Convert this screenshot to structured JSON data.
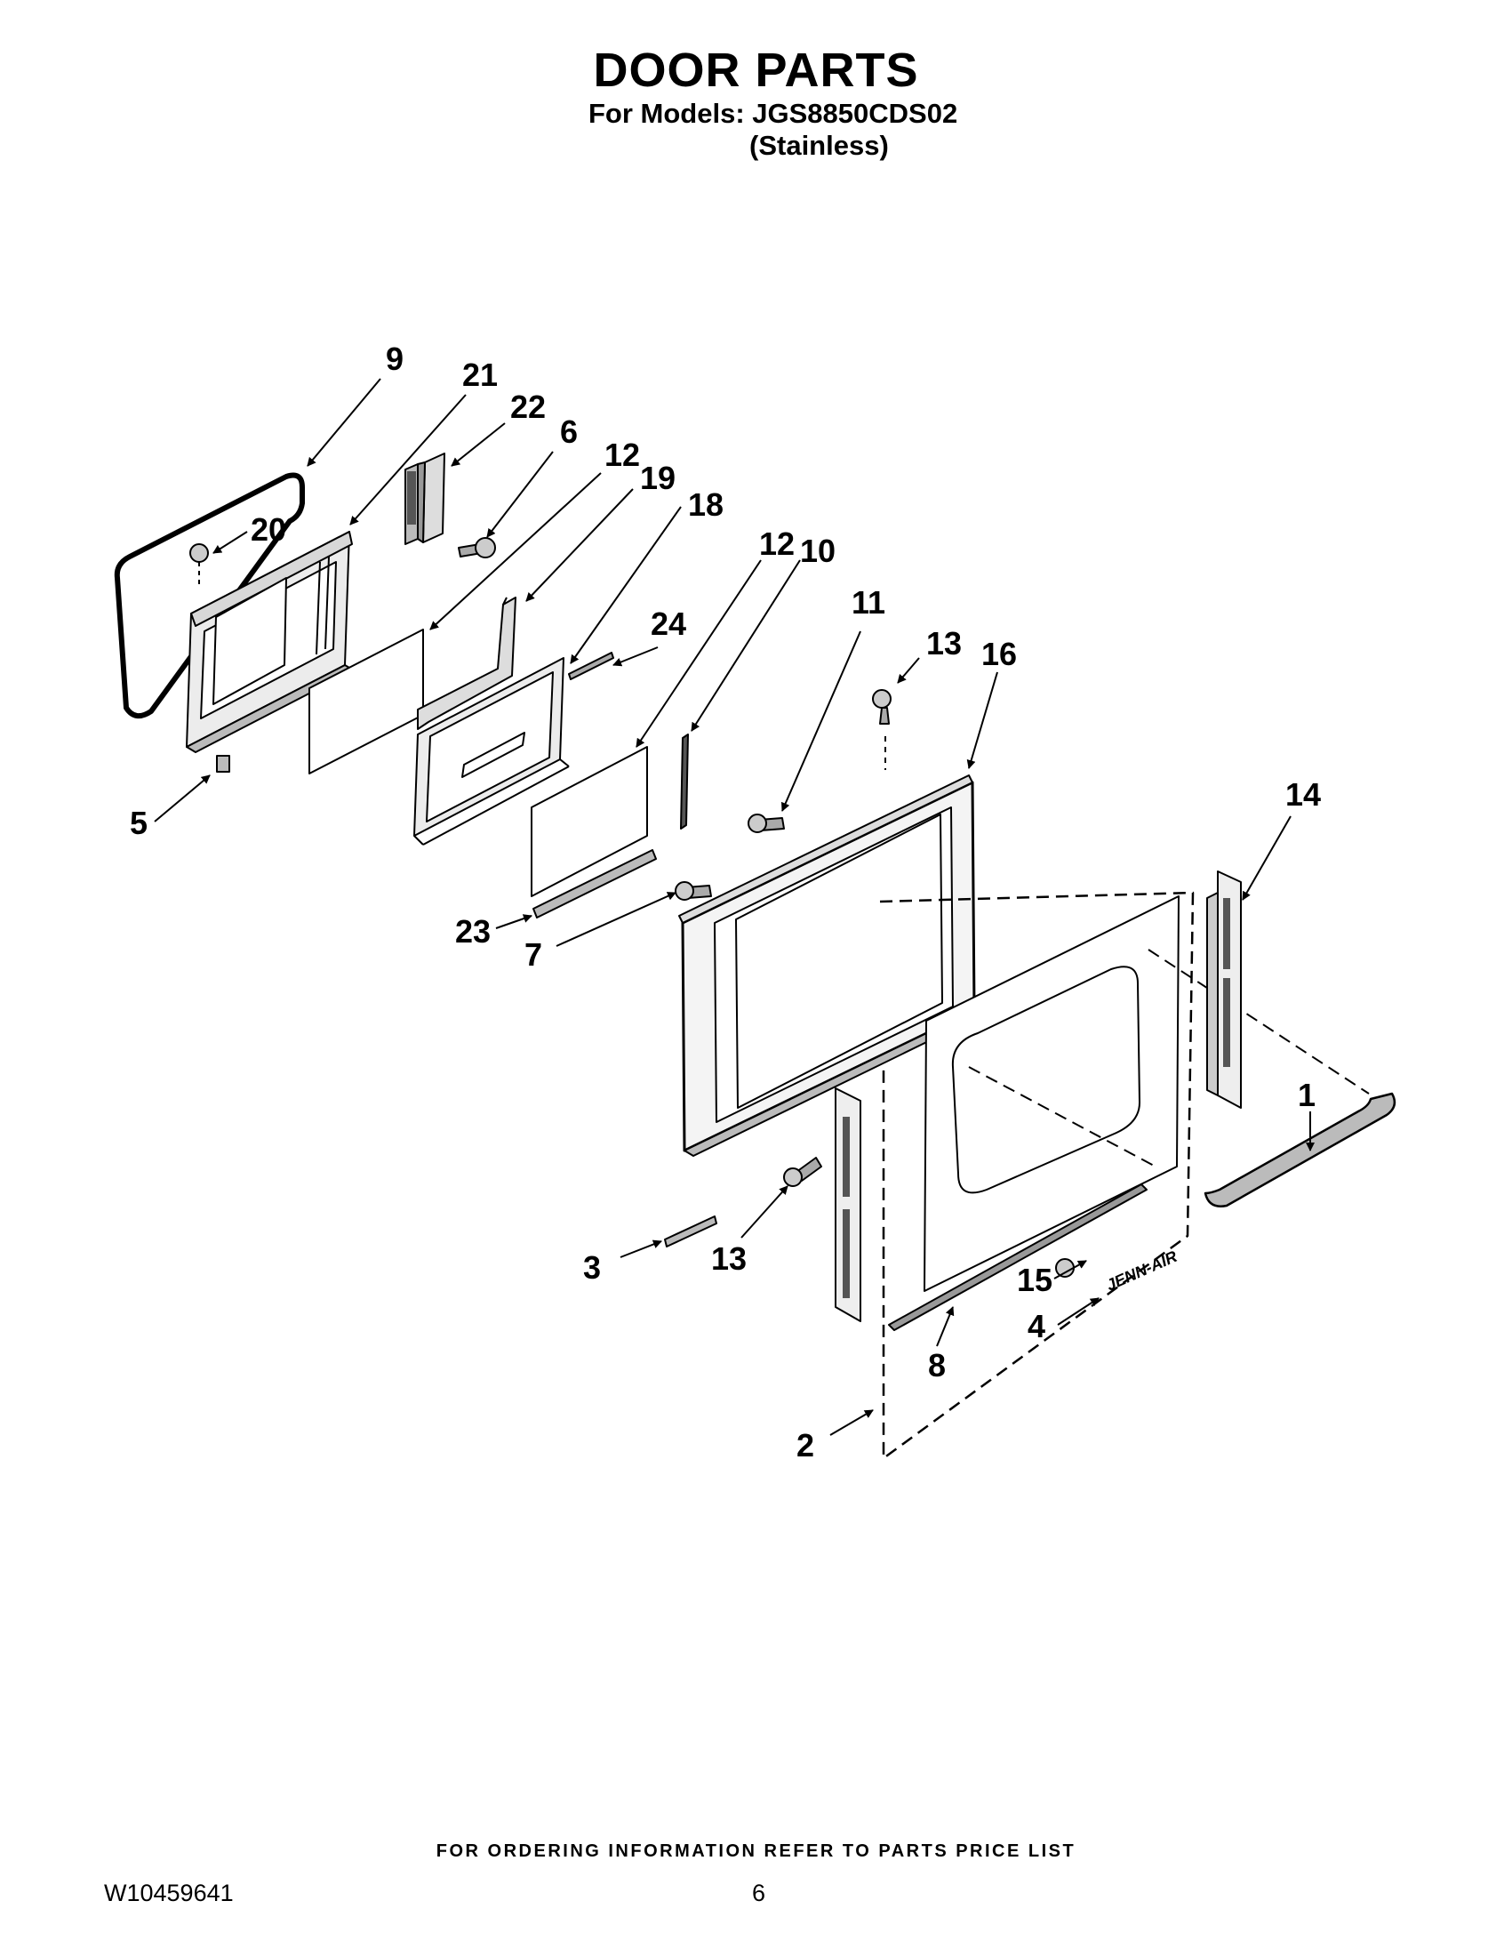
{
  "header": {
    "title": "DOOR PARTS",
    "models_line": "For Models: JGS8850CDS02",
    "variant_line": "(Stainless)"
  },
  "footer": {
    "note": "FOR ORDERING INFORMATION REFER TO PARTS PRICE LIST",
    "doc_number": "W10459641",
    "page_number": "6"
  },
  "diagram": {
    "callouts": [
      "9",
      "21",
      "22",
      "6",
      "12",
      "19",
      "18",
      "20",
      "12",
      "10",
      "24",
      "11",
      "13",
      "16",
      "5",
      "14",
      "23",
      "7",
      "1",
      "3",
      "13",
      "15",
      "4",
      "8",
      "2"
    ],
    "brand_mark": "JENN-AIR"
  }
}
